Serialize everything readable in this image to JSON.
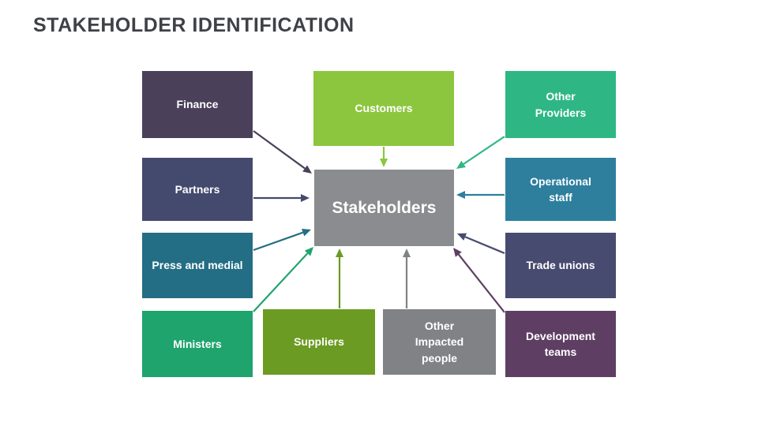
{
  "title": "STAKEHOLDER IDENTIFICATION",
  "center": {
    "label": "Stakeholders",
    "color": "#8a8c8f"
  },
  "nodes": [
    {
      "id": "finance",
      "label": "Finance",
      "color": "#4a4059"
    },
    {
      "id": "partners",
      "label": "Partners",
      "color": "#444a6e"
    },
    {
      "id": "press",
      "label": "Press and medial",
      "color": "#236e84"
    },
    {
      "id": "ministers",
      "label": "Ministers",
      "color": "#1ea46c"
    },
    {
      "id": "customers",
      "label": "Customers",
      "color": "#8cc63e"
    },
    {
      "id": "suppliers",
      "label": "Suppliers",
      "color": "#6b9b22"
    },
    {
      "id": "impacted",
      "label": "Other Impacted people",
      "color": "#808285"
    },
    {
      "id": "providers",
      "label": "Other Providers",
      "color": "#2eb784"
    },
    {
      "id": "operational",
      "label": "Operational staff",
      "color": "#2d7f9d"
    },
    {
      "id": "trade",
      "label": "Trade unions",
      "color": "#474b70"
    },
    {
      "id": "development",
      "label": "Development teams",
      "color": "#5e3f63"
    }
  ]
}
